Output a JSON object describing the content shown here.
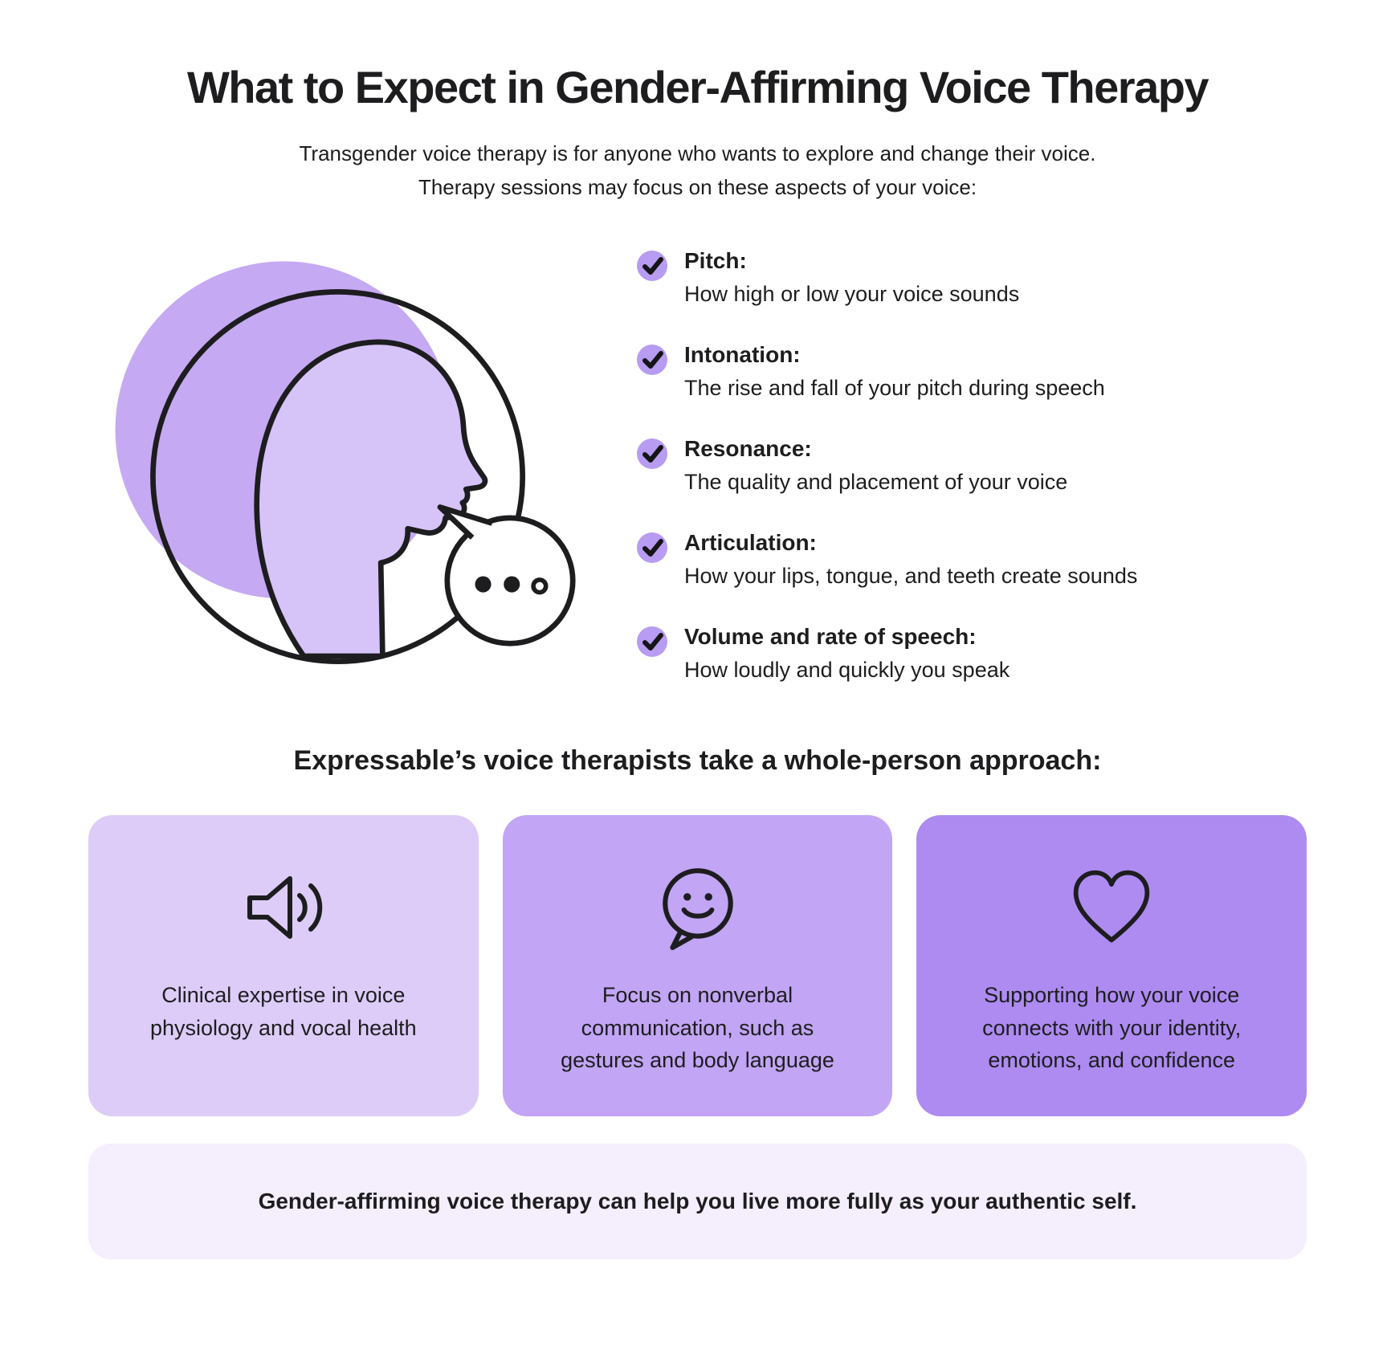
{
  "page": {
    "title": "What to Expect in Gender-Affirming Voice Therapy",
    "subtitle_line1": "Transgender voice therapy is for anyone who wants to explore and change their voice.",
    "subtitle_line2": "Therapy sessions may focus on these aspects of your voice:"
  },
  "illustration": {
    "name": "head-profile-with-speech-bubble",
    "elements": [
      "purple-blob-circle",
      "outlined-circle",
      "head-profile",
      "speech-bubble-with-dots"
    ]
  },
  "checklist": {
    "icon": "check-icon",
    "items": [
      {
        "label": "Pitch:",
        "description": "How high or low your voice sounds"
      },
      {
        "label": "Intonation:",
        "description": "The rise and fall of your pitch during speech"
      },
      {
        "label": "Resonance:",
        "description": "The quality and placement of your voice"
      },
      {
        "label": "Articulation:",
        "description": "How your lips, tongue, and teeth create sounds"
      },
      {
        "label": "Volume and rate of speech:",
        "description": "How loudly and quickly you speak"
      }
    ]
  },
  "approach": {
    "heading": "Expressable’s voice therapists take a whole-person approach:",
    "cards": [
      {
        "icon": "speaker-icon",
        "text": "Clinical expertise in voice physiology and vocal health"
      },
      {
        "icon": "smiley-speech-bubble-icon",
        "text": "Focus on nonverbal communication, such as gestures and body language"
      },
      {
        "icon": "heart-icon",
        "text": "Supporting how your voice connects with your identity, emotions, and confidence"
      }
    ]
  },
  "footer": {
    "text": "Gender-affirming voice therapy can help you live more fully as your authentic self."
  },
  "colors": {
    "ink": "#1d1d1f",
    "check-bg": "#b79cf2",
    "blob": "#c6a9f3",
    "head-fill": "#d6c3f8",
    "card1": "#ddccf8",
    "card2": "#c2a5f4",
    "card3": "#ad8bf1",
    "banner": "#f5eefc"
  }
}
